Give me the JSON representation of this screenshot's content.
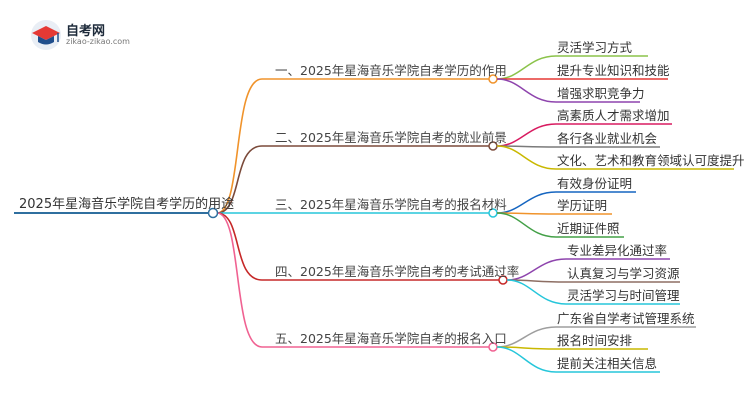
{
  "logo": {
    "name": "自考网",
    "url": "zikao-zikao.com"
  },
  "root": {
    "label": "2025年星海音乐学院自考学历的用途",
    "color": "#2f6f9f"
  },
  "branches": [
    {
      "label": "一、2025年星海音乐学院自考学历的作用",
      "color": "#f0932b",
      "children": [
        {
          "label": "灵活学习方式",
          "color": "#8bc34a"
        },
        {
          "label": "提升专业知识和技能",
          "color": "#e53935"
        },
        {
          "label": "增强求职竞争力",
          "color": "#8e44ad"
        }
      ]
    },
    {
      "label": "二、2025年星海音乐学院自考的就业前景",
      "color": "#7b4a3a",
      "children": [
        {
          "label": "高素质人才需求增加",
          "color": "#d81b60"
        },
        {
          "label": "各行各业就业机会",
          "color": "#7a7a7a"
        },
        {
          "label": "文化、艺术和教育领域认可度提升",
          "color": "#c9b800"
        }
      ]
    },
    {
      "label": "三、2025年星海音乐学院自考的报名材料",
      "color": "#26c6da",
      "children": [
        {
          "label": "有效身份证明",
          "color": "#1565c0"
        },
        {
          "label": "学历证明",
          "color": "#f0932b"
        },
        {
          "label": "近期证件照",
          "color": "#43a047"
        }
      ]
    },
    {
      "label": "四、2025年星海音乐学院自考的考试通过率",
      "color": "#c62828",
      "children": [
        {
          "label": "专业差异化通过率",
          "color": "#8e44ad"
        },
        {
          "label": "认真复习与学习资源",
          "color": "#8d6e63"
        },
        {
          "label": "灵活学习与时间管理",
          "color": "#26c6da"
        }
      ]
    },
    {
      "label": "五、2025年星海音乐学院自考的报名入口",
      "color": "#f06292",
      "children": [
        {
          "label": "广东省自学考试管理系统",
          "color": "#9e9e9e"
        },
        {
          "label": "报名时间安排",
          "color": "#c9b800"
        },
        {
          "label": "提前关注相关信息",
          "color": "#26c6da"
        }
      ]
    }
  ]
}
